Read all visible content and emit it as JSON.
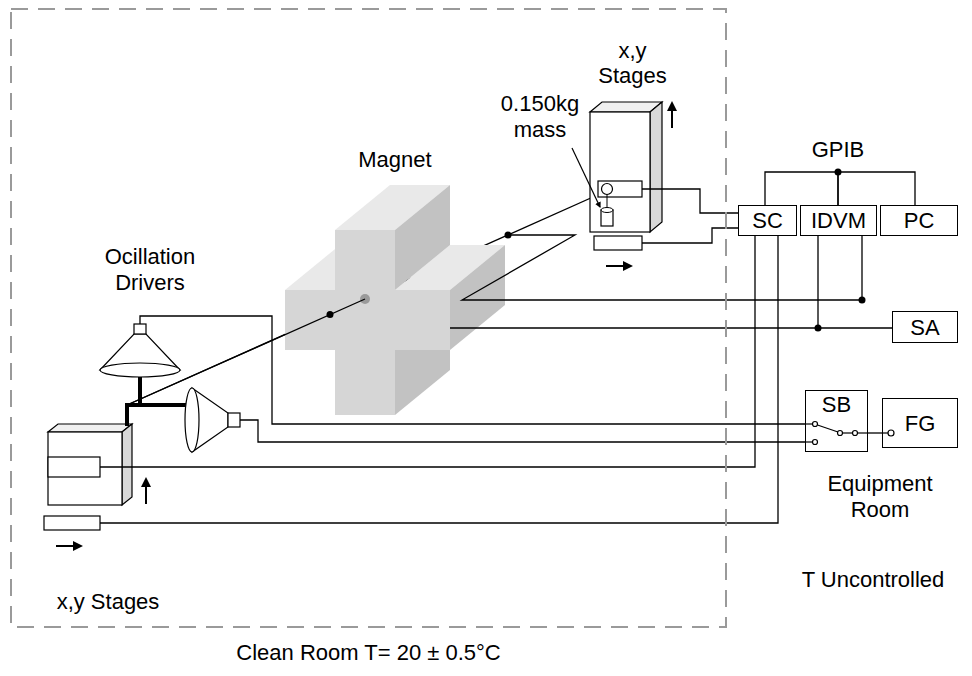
{
  "diagram": {
    "nodes": [
      {
        "text": [
          "Clean Room T= 20 ± 0.5°C"
        ]
      },
      {
        "text": [
          "x,y Stages"
        ],
        "in": 0
      },
      {
        "text": [
          "x,y Stages"
        ],
        "in": 0
      },
      {
        "text": [
          "SC"
        ]
      },
      {
        "text": [
          "IDVM"
        ]
      },
      {
        "text": [
          "PC"
        ]
      },
      {
        "text": [
          "SA"
        ]
      },
      {
        "text": [
          "SB"
        ]
      },
      {
        "text": [
          "FG"
        ]
      }
    ],
    "edges": [
      {
        "from": 3,
        "to": 1,
        "arrow": "none"
      },
      {
        "from": 3,
        "to": 1,
        "arrow": "none"
      },
      {
        "from": 3,
        "to": 2,
        "arrow": "none"
      },
      {
        "from": 3,
        "to": 2,
        "arrow": "none"
      },
      {
        "from": 3,
        "to": 4,
        "arrow": "none"
      },
      {
        "from": 4,
        "to": 5,
        "arrow": "none"
      },
      {
        "from": 4,
        "to": 6,
        "arrow": "none"
      },
      {
        "from": 7,
        "to": 8,
        "arrow": "none"
      }
    ],
    "labels": [
      "Magnet",
      "0.150kg mass",
      "GPIB",
      "Ocillation Drivers",
      "Equipment Room",
      "T Uncontrolled"
    ]
  }
}
